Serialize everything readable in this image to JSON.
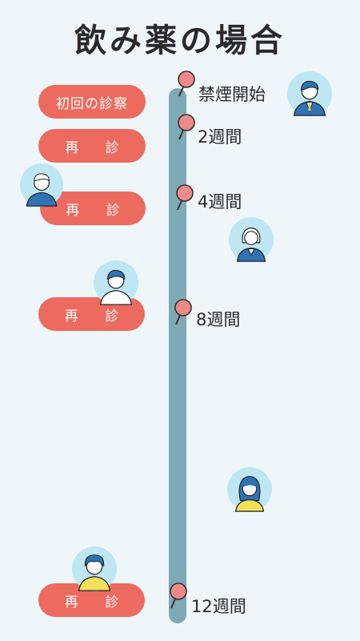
{
  "title": "飲み薬の場合",
  "milestones": [
    {
      "label": "禁煙開始"
    },
    {
      "label": "2週間"
    },
    {
      "label": "4週間"
    },
    {
      "label": "8週間"
    },
    {
      "label": "12週間"
    }
  ],
  "visits": [
    {
      "label": "初回の診察"
    },
    {
      "label": "再 診"
    },
    {
      "label": "再 診"
    },
    {
      "label": "再 診"
    },
    {
      "label": "再 診"
    }
  ],
  "icons": {
    "pin": "map-pin-icon",
    "avatar": "person-avatar-icon"
  },
  "colors": {
    "background": "#eff6fa",
    "track": "#7fa9b4",
    "pill": "#ec6a5e",
    "pin": "#ec8a8a",
    "avatar_bg": "#bfe7f3"
  }
}
